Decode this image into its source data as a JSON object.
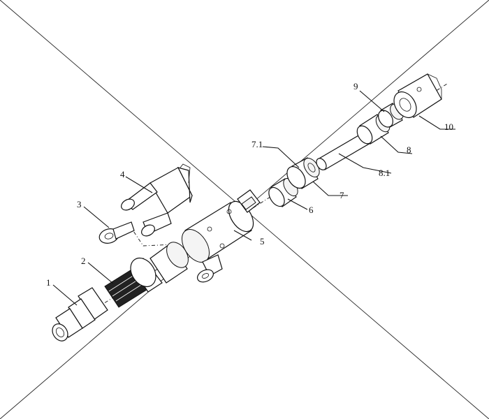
{
  "callouts": [
    {
      "id": "1",
      "label": "1"
    },
    {
      "id": "2",
      "label": "2"
    },
    {
      "id": "3",
      "label": "3"
    },
    {
      "id": "4",
      "label": "4"
    },
    {
      "id": "5",
      "label": "5"
    },
    {
      "id": "6",
      "label": "6"
    },
    {
      "id": "7",
      "label": "7"
    },
    {
      "id": "7-1",
      "label": "7.1"
    },
    {
      "id": "8",
      "label": "8"
    },
    {
      "id": "8-1",
      "label": "8.1"
    },
    {
      "id": "9",
      "label": "9"
    },
    {
      "id": "10",
      "label": "10"
    }
  ],
  "colors": {
    "ink": "#111111",
    "background": "#ffffff"
  }
}
